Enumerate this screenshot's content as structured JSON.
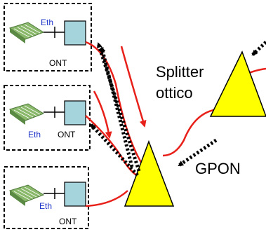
{
  "labels": {
    "splitter_line1": "Splitter",
    "splitter_line2": "ottico",
    "gpon": "GPON"
  },
  "terminals": [
    {
      "eth_label": "Eth",
      "ont_label": "ONT"
    },
    {
      "eth_label": "Eth",
      "ont_label": "ONT"
    },
    {
      "eth_label": "Eth",
      "ont_label": "ONT"
    }
  ],
  "colors": {
    "fiber": "#e8201a",
    "splitter_fill": "#ffff00",
    "ont_fill": "#a6d4dc",
    "eth_text": "#1f35c8",
    "device_green": "#8ab86a"
  }
}
